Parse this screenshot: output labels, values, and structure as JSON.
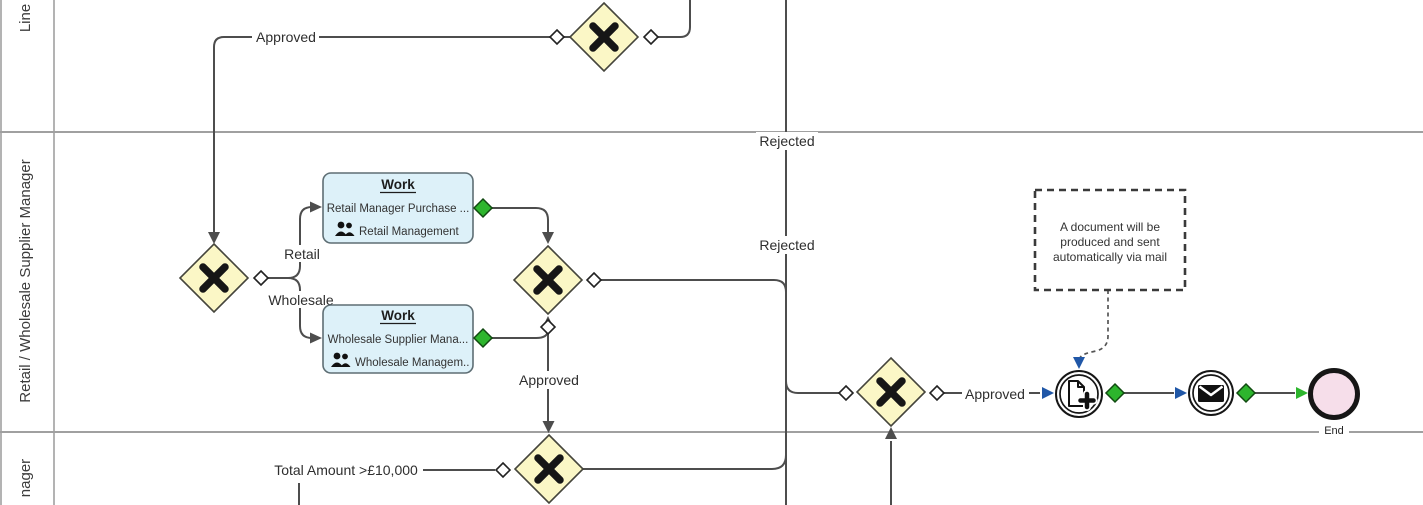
{
  "colors": {
    "connector": "#4d4d4d",
    "laneLine": "#a0a0a0",
    "gatewayFill": "#fbf7c6",
    "gatewayBorder": "#45453c",
    "taskFill": "#ddf1f9",
    "taskBorder": "#5e6e74",
    "green": "#2db52d",
    "greenDark": "#114a11",
    "blue": "#2057a7",
    "endFill": "#f6deea",
    "ink": "#161616"
  },
  "lanes": {
    "top": {
      "label": "Line"
    },
    "middle": {
      "label": "Retail / Wholesale Supplier Manager"
    },
    "bottom": {
      "label": "nager"
    }
  },
  "labels": {
    "approved_top": "Approved",
    "retail": "Retail",
    "wholesale": "Wholesale",
    "rejected_upper": "Rejected",
    "rejected_lower": "Rejected",
    "approved_middle": "Approved",
    "total_amount": "Total Amount >£10,000",
    "approved_right": "Approved",
    "end": "End"
  },
  "tasks": {
    "retail": {
      "header": "Work",
      "name": "Retail Manager Purchase ...",
      "group": "Retail Management"
    },
    "wholesale": {
      "header": "Work",
      "name": "Wholesale Supplier Mana...",
      "group": "Wholesale Managem.."
    }
  },
  "annotation": {
    "line1": "A document will be",
    "line2": "produced and sent",
    "line3": "automatically via mail"
  },
  "icons": {
    "gateway_marker": "x-exclusive-icon",
    "conditional_marker": "diamond-marker-icon",
    "document_event": "document-plus-icon",
    "message_event": "envelope-icon",
    "task_performer": "people-icon"
  }
}
